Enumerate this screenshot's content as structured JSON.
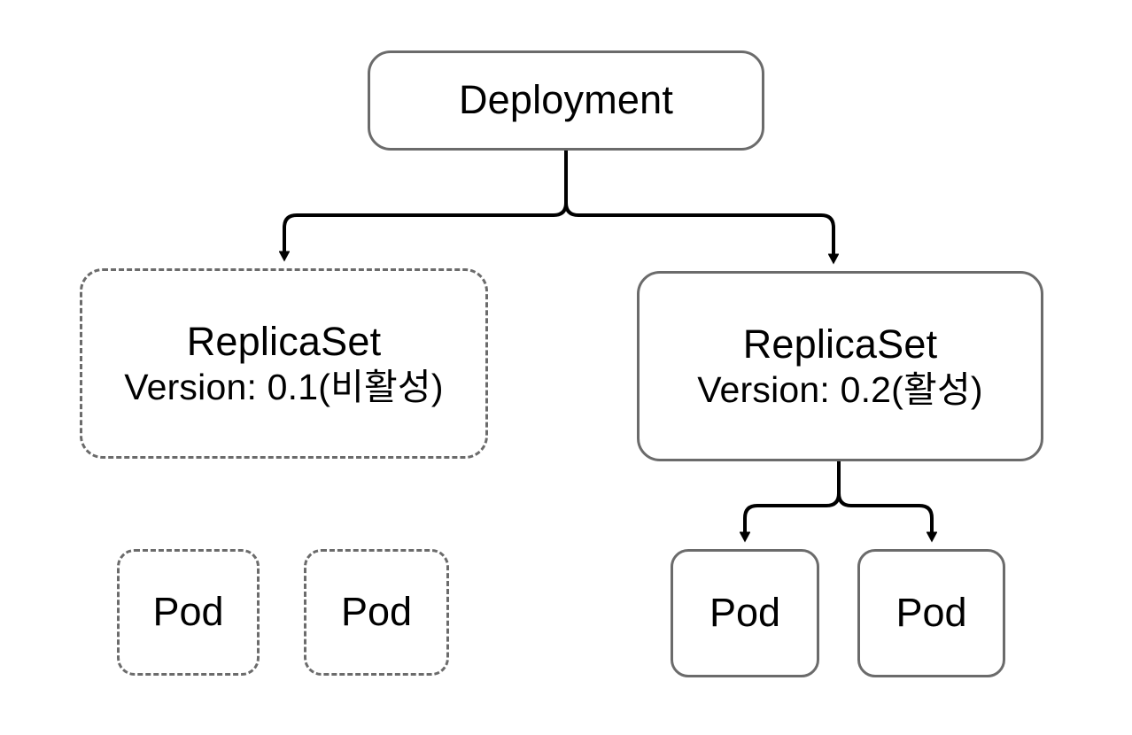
{
  "diagram": {
    "type": "kubernetes-rolling-update-tree",
    "background_color": "#ffffff",
    "node_border_color": "#6b6b6b",
    "connector_color": "#000000",
    "text_color": "#000000"
  },
  "nodes": {
    "deployment": {
      "label": "Deployment",
      "border_style": "solid",
      "state": "active"
    },
    "replicaset_old": {
      "title": "ReplicaSet",
      "subtitle": "Version: 0.1(비활성)",
      "version": "0.1",
      "status": "비활성",
      "border_style": "dashed",
      "state": "inactive"
    },
    "replicaset_new": {
      "title": "ReplicaSet",
      "subtitle": "Version: 0.2(활성)",
      "version": "0.2",
      "status": "활성",
      "border_style": "solid",
      "state": "active"
    },
    "pod_old_1": {
      "label": "Pod",
      "border_style": "dashed",
      "state": "inactive"
    },
    "pod_old_2": {
      "label": "Pod",
      "border_style": "dashed",
      "state": "inactive"
    },
    "pod_new_1": {
      "label": "Pod",
      "border_style": "solid",
      "state": "active"
    },
    "pod_new_2": {
      "label": "Pod",
      "border_style": "solid",
      "state": "active"
    }
  },
  "edges": [
    {
      "from": "deployment",
      "to": "replicaset_old",
      "arrow": "filled-triangle"
    },
    {
      "from": "deployment",
      "to": "replicaset_new",
      "arrow": "filled-triangle"
    },
    {
      "from": "replicaset_new",
      "to": "pod_new_1",
      "arrow": "filled-triangle"
    },
    {
      "from": "replicaset_new",
      "to": "pod_new_2",
      "arrow": "filled-triangle"
    }
  ]
}
